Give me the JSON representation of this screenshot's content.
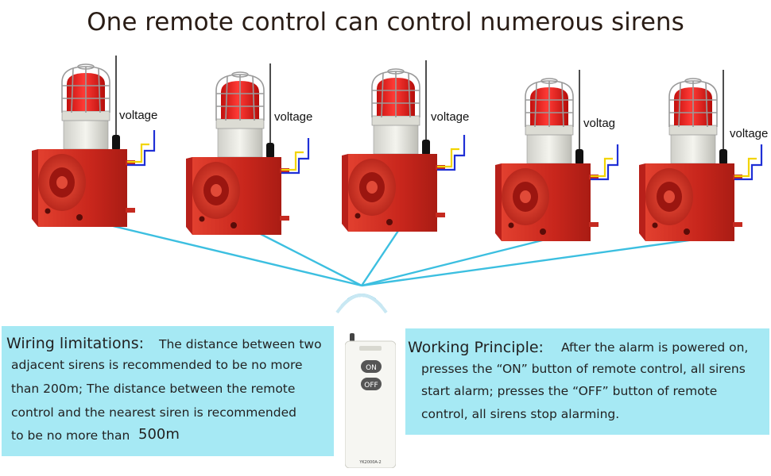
{
  "title": "One remote control can control numerous sirens",
  "voltage_label": "voltage",
  "voltage_label_cut": "voltag",
  "wiring": {
    "heading": "Wiring limitations:",
    "line1": "The distance between two",
    "line2": "adjacent sirens is recommended to be no more",
    "line3": "than 200m; The distance between the remote",
    "line4": "control and the nearest siren is recommended",
    "line5a": "to be no more than",
    "line5b": "500m"
  },
  "principle": {
    "heading": "Working Principle:",
    "line1": "After the alarm is  powered on,",
    "line2": "presses the “ON” button of remote control, all sirens",
    "line3": "start alarm; presses the “OFF” button of remote",
    "line4": "control, all sirens stop alarming."
  },
  "remote": {
    "on_label": "ON",
    "off_label": "OFF",
    "model": "YK2000A-2"
  },
  "colors": {
    "siren_red": "#d42b1f",
    "lamp_red": "#f01d1d",
    "line_blue": "#3cbfe0",
    "box_cyan": "#a6e9f4",
    "wire_yellow": "#f2d400",
    "wire_blue": "#1f2fd6"
  }
}
